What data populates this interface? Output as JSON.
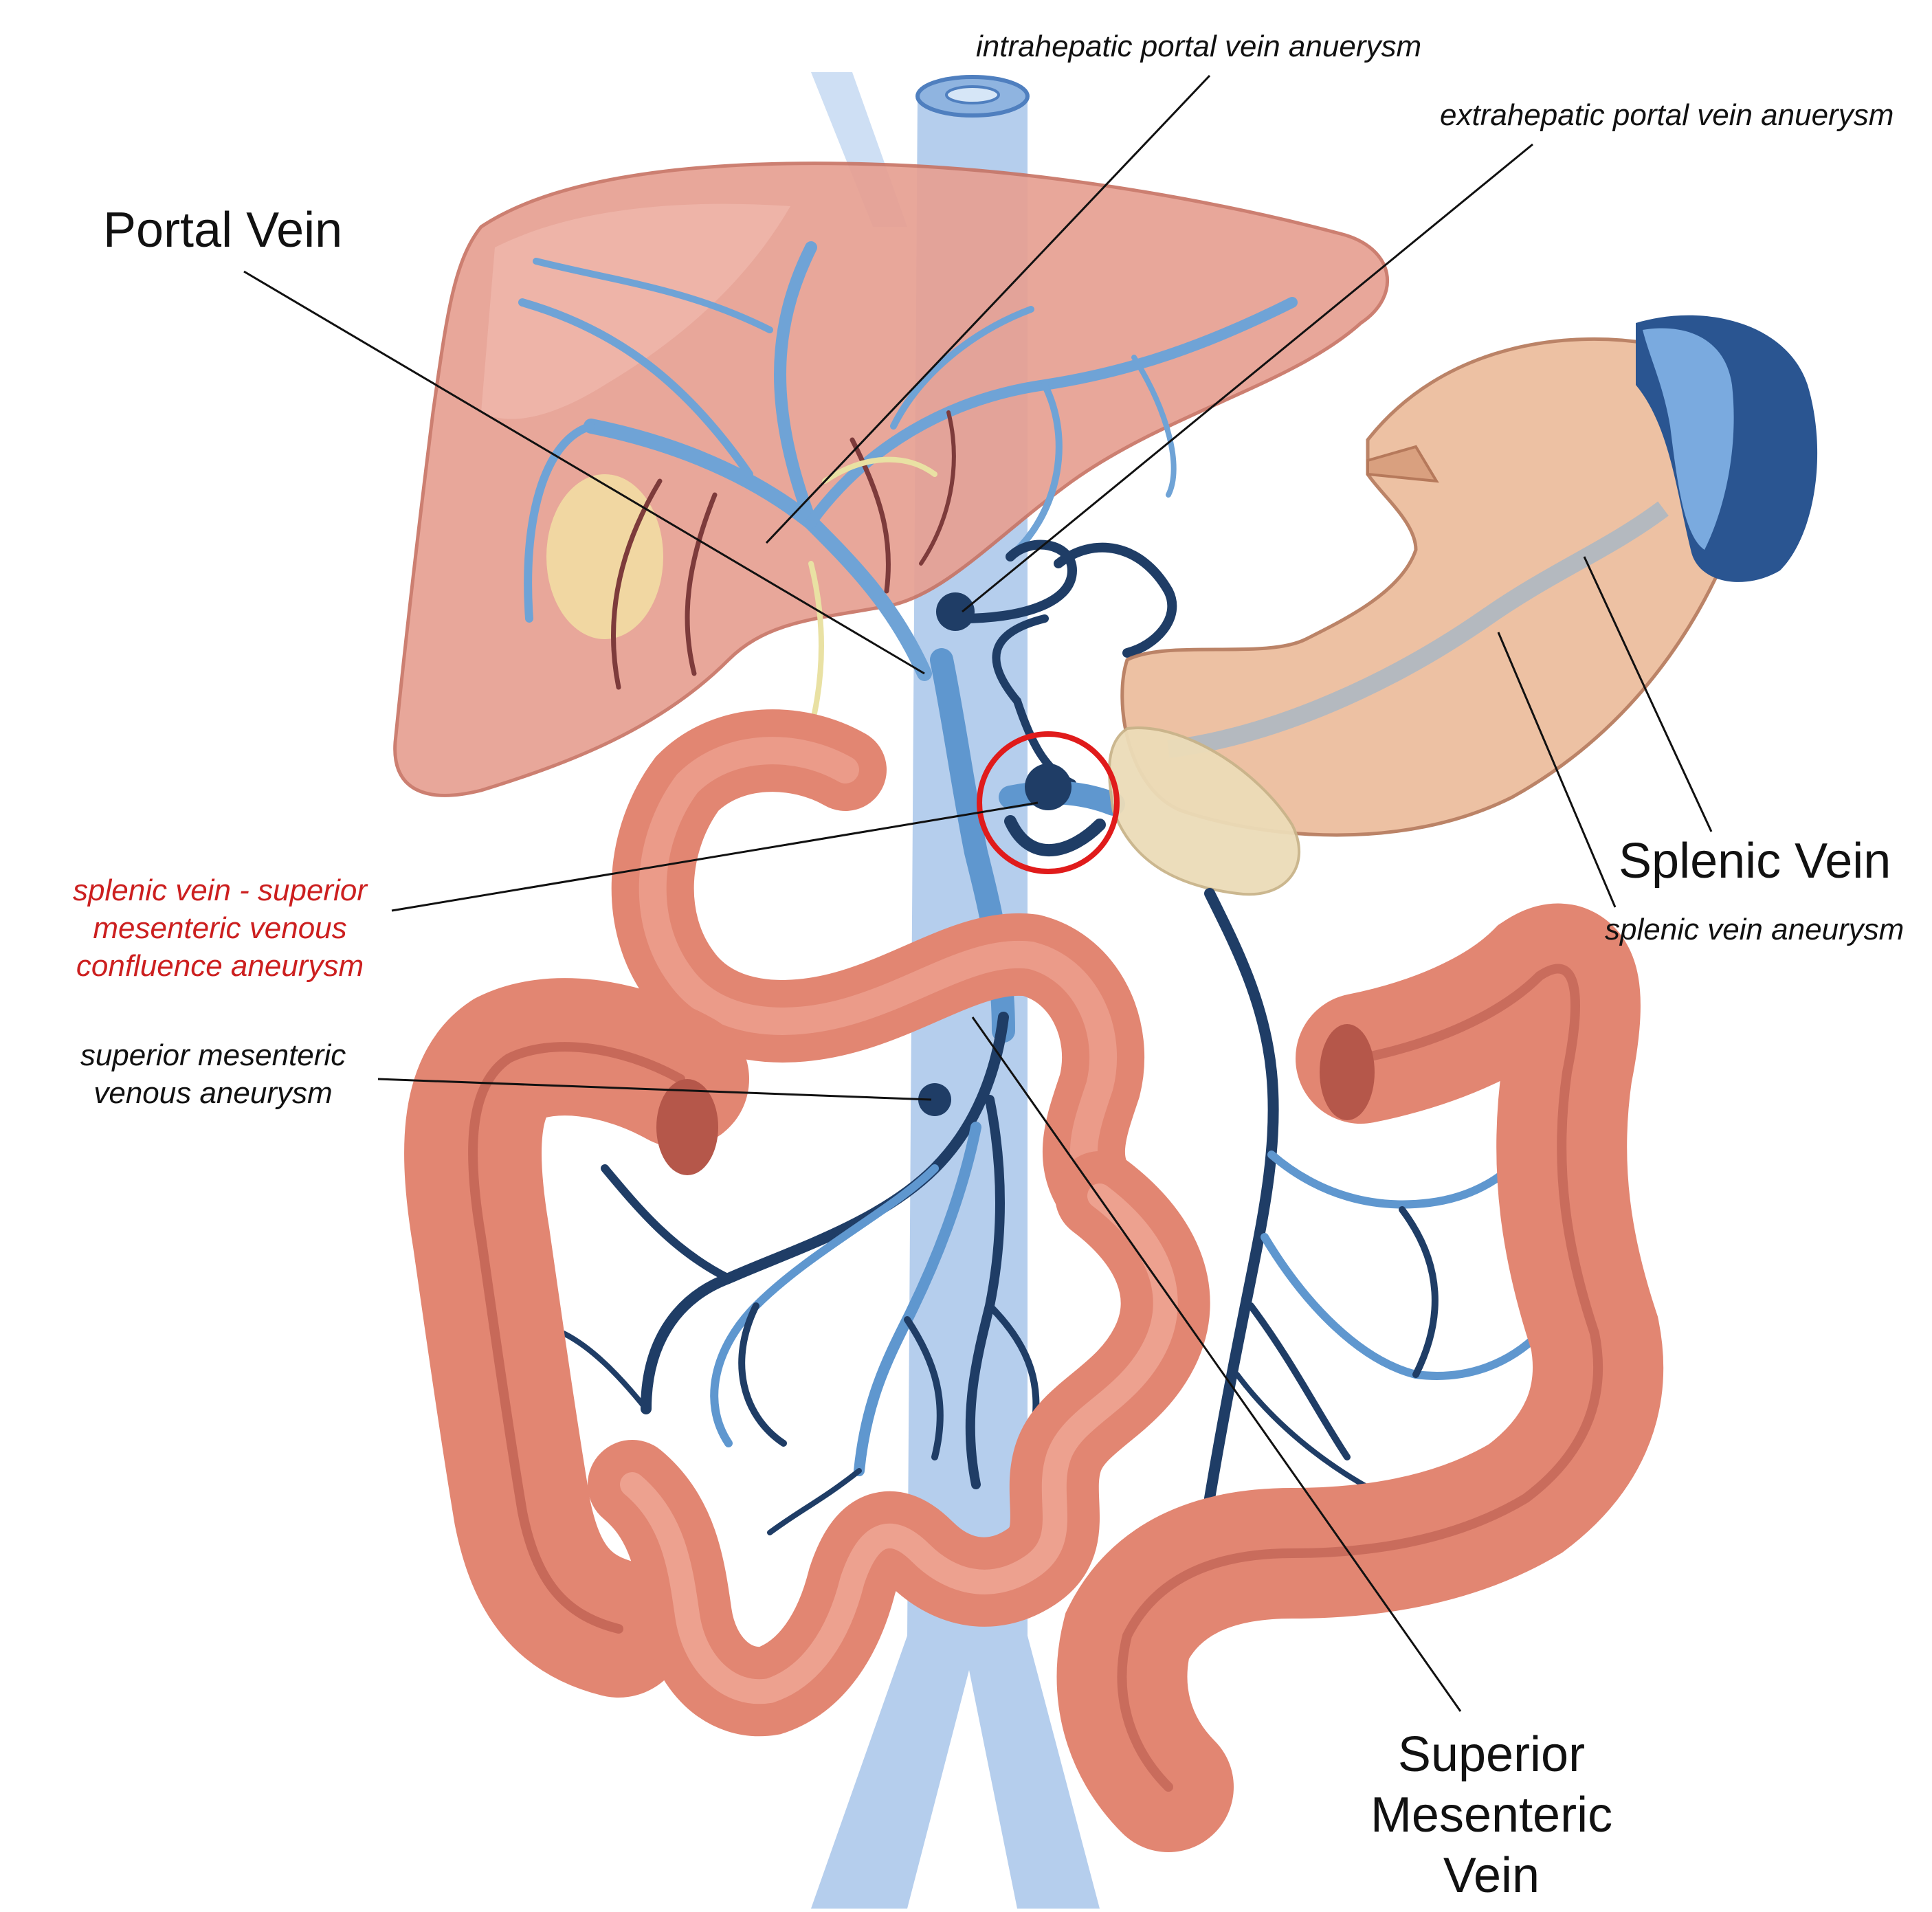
{
  "labels": {
    "portal_vein": "Portal Vein",
    "intrahepatic": "intrahepatic portal vein anuerysm",
    "extrahepatic": "extrahepatic portal vein anuerysm",
    "splenic_vein": "Splenic Vein",
    "splenic_vein_aneurysm": "splenic vein aneurysm",
    "confluence_lines": [
      "splenic vein - superior",
      "mesenteric venous",
      "confluence aneurysm"
    ],
    "sma_aneurysm_lines": [
      "superior mesenteric",
      "venous aneurysm"
    ],
    "smv_lines": [
      "Superior",
      "Mesenteric",
      "Vein"
    ]
  },
  "colors": {
    "liver": "#e7a092",
    "liver_dark": "#c87565",
    "bowel": "#e28672",
    "bowel_dark": "#b5574a",
    "stomach": "#ecbc9c",
    "spleen": "#2a5591",
    "ivc": "#a8c6ea",
    "portal_light": "#7aaedb",
    "portal_dark": "#1f3d66",
    "gallbladder": "#f3e3a4",
    "pancreas": "#ecdcb8",
    "highlight_circle": "#e01b1b",
    "confluence_text": "#cc1f1f"
  }
}
